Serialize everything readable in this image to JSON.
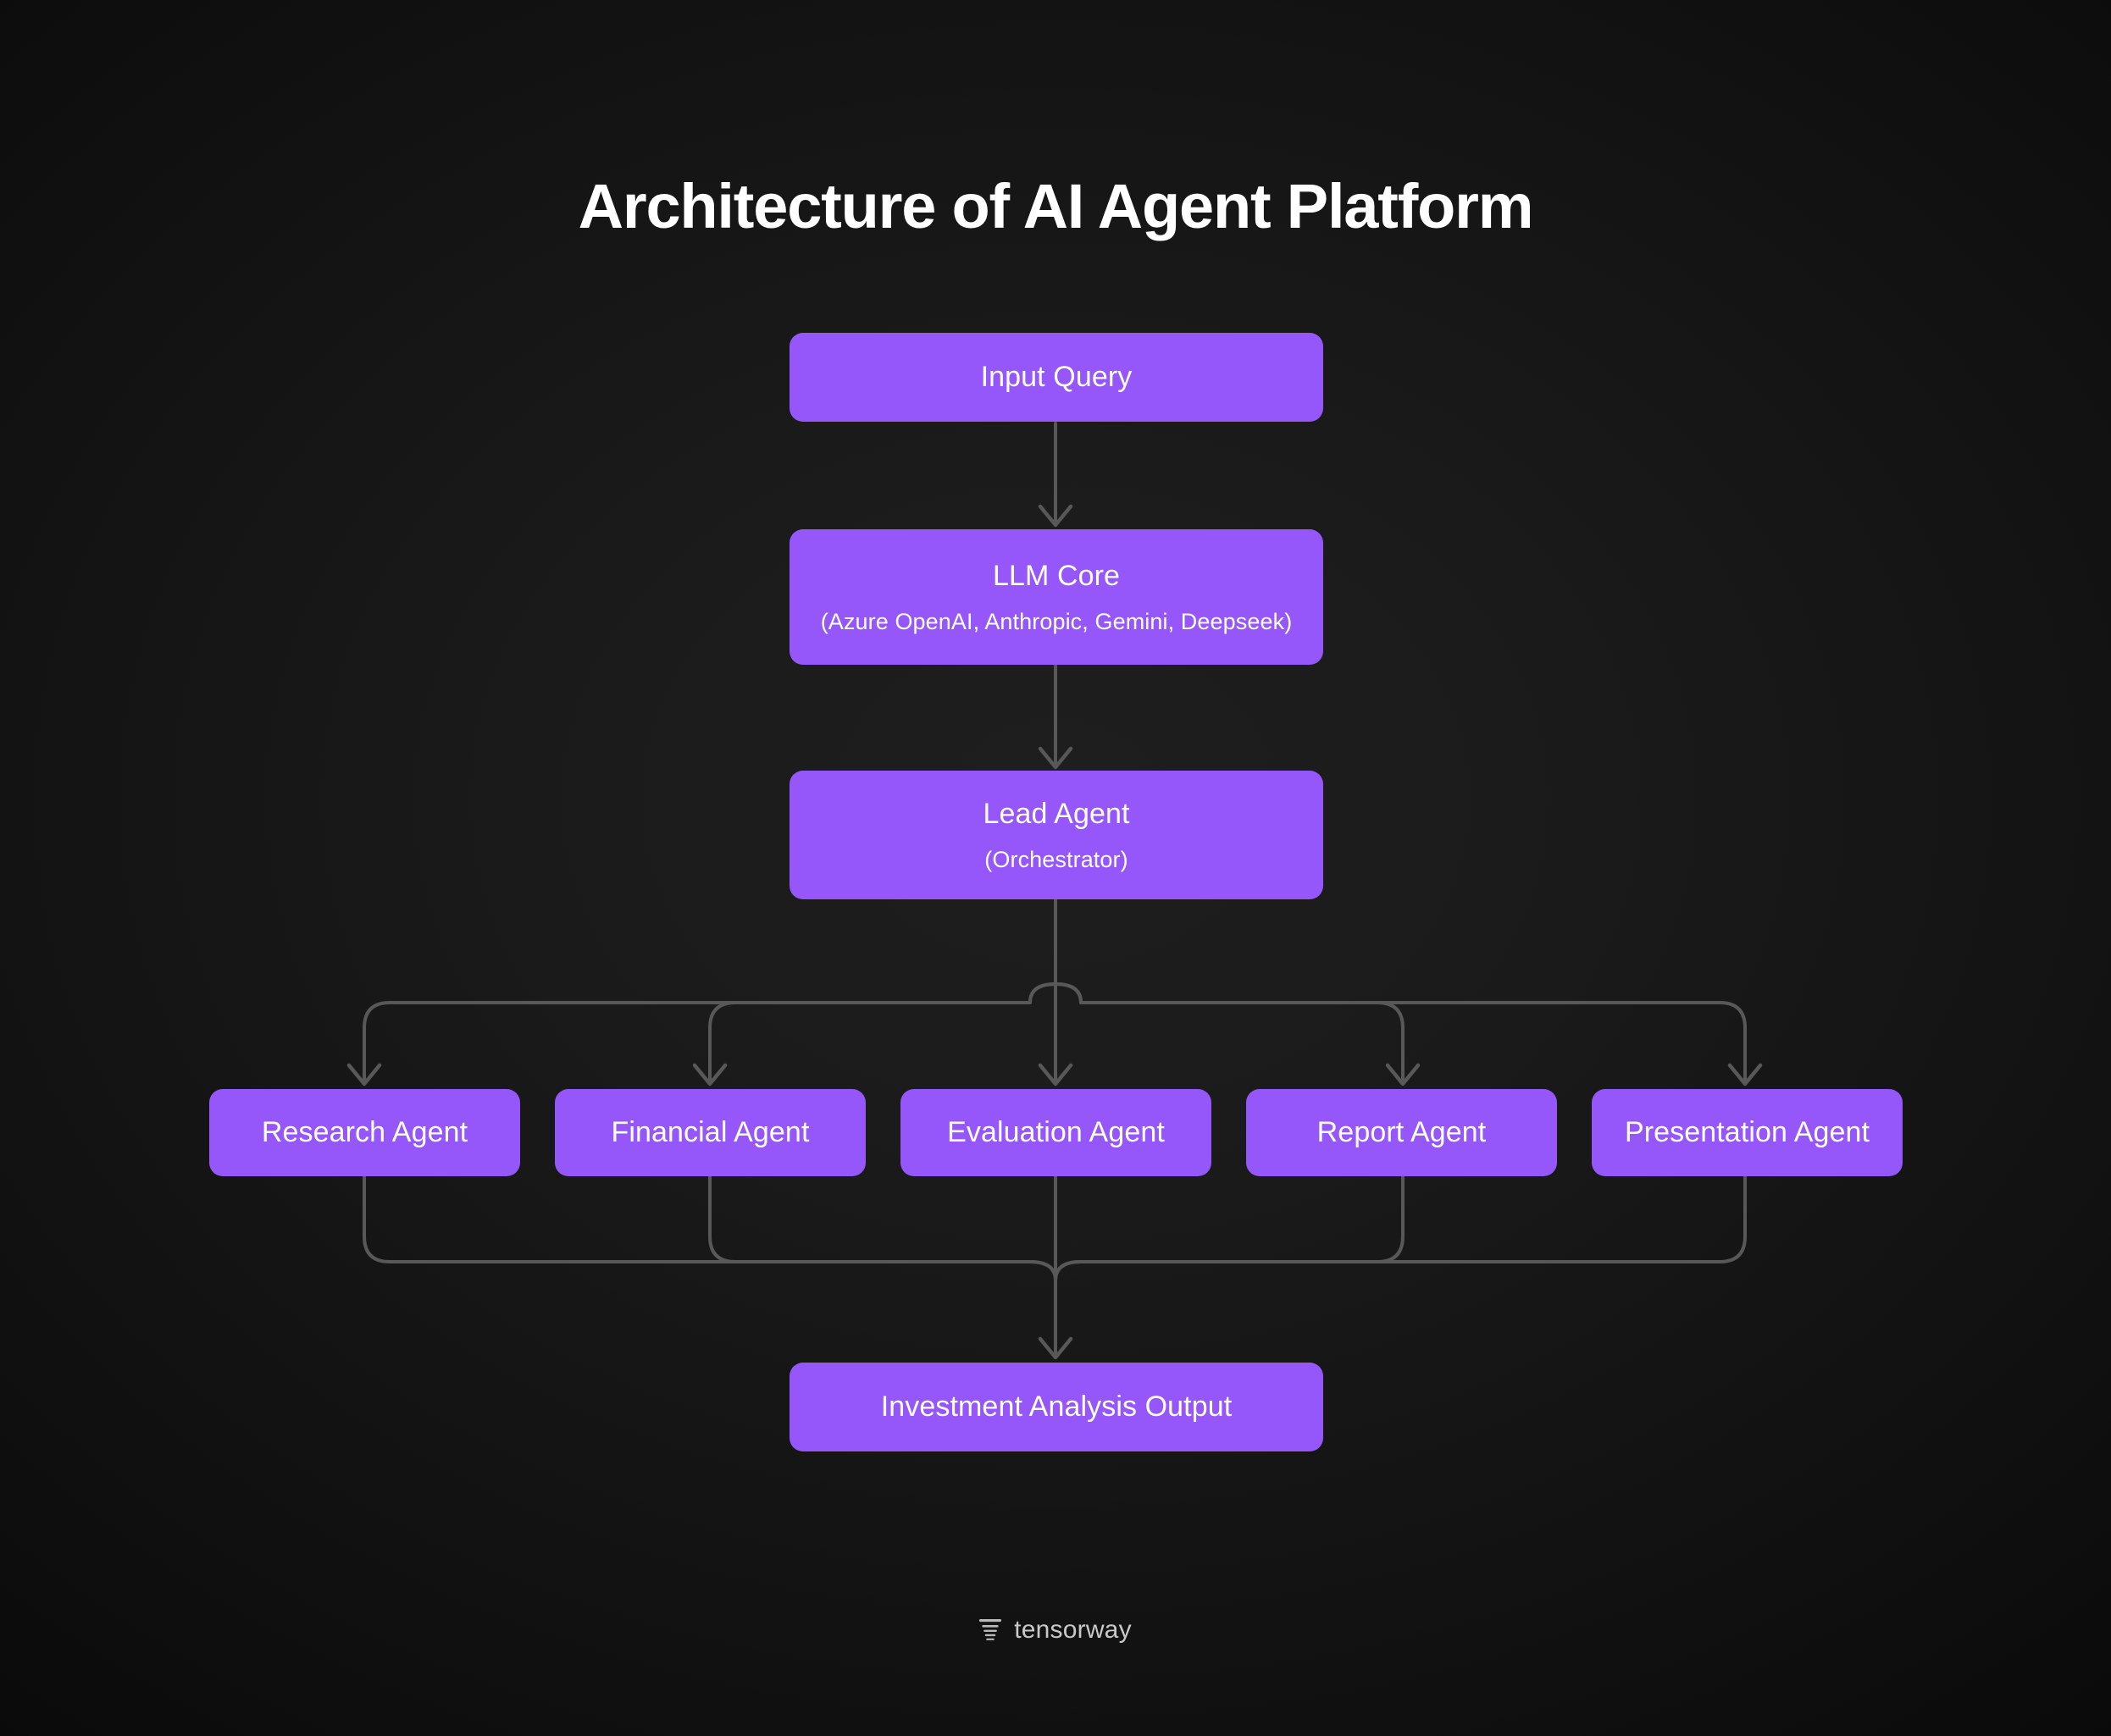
{
  "title": "Architecture of AI Agent Platform",
  "theme": {
    "background_center": "#1e1e1e",
    "background_edge": "#0a0a0a",
    "node_fill": "#9557fa",
    "node_text": "#ffffff",
    "edge_stroke": "#585858",
    "brand_text": "#c9c9c9"
  },
  "nodes": {
    "input": {
      "title": "Input Query",
      "subtitle": ""
    },
    "llm": {
      "title": "LLM Core",
      "subtitle": "(Azure OpenAI, Anthropic, Gemini, Deepseek)"
    },
    "lead": {
      "title": "Lead Agent",
      "subtitle": "(Orchestrator)"
    },
    "agents": [
      {
        "title": "Research Agent"
      },
      {
        "title": "Financial Agent"
      },
      {
        "title": "Evaluation Agent"
      },
      {
        "title": "Report Agent"
      },
      {
        "title": "Presentation Agent"
      }
    ],
    "output": {
      "title": "Investment Analysis Output",
      "subtitle": ""
    }
  },
  "brand": {
    "name": "tensorway",
    "icon": "tensorway-logo-icon"
  },
  "chart_data": {
    "type": "diagram",
    "title": "Architecture of AI Agent Platform",
    "layout": "top-down flowchart",
    "levels": [
      {
        "level": 1,
        "nodes": [
          "Input Query"
        ]
      },
      {
        "level": 2,
        "nodes": [
          "LLM Core (Azure OpenAI, Anthropic, Gemini, Deepseek)"
        ]
      },
      {
        "level": 3,
        "nodes": [
          "Lead Agent (Orchestrator)"
        ]
      },
      {
        "level": 4,
        "nodes": [
          "Research Agent",
          "Financial Agent",
          "Evaluation Agent",
          "Report Agent",
          "Presentation Agent"
        ]
      },
      {
        "level": 5,
        "nodes": [
          "Investment Analysis Output"
        ]
      }
    ],
    "edges": [
      {
        "from": "Input Query",
        "to": "LLM Core"
      },
      {
        "from": "LLM Core",
        "to": "Lead Agent"
      },
      {
        "from": "Lead Agent",
        "to": "Research Agent"
      },
      {
        "from": "Lead Agent",
        "to": "Financial Agent"
      },
      {
        "from": "Lead Agent",
        "to": "Evaluation Agent"
      },
      {
        "from": "Lead Agent",
        "to": "Report Agent"
      },
      {
        "from": "Lead Agent",
        "to": "Presentation Agent"
      },
      {
        "from": "Research Agent",
        "to": "Investment Analysis Output"
      },
      {
        "from": "Financial Agent",
        "to": "Investment Analysis Output"
      },
      {
        "from": "Evaluation Agent",
        "to": "Investment Analysis Output"
      },
      {
        "from": "Report Agent",
        "to": "Investment Analysis Output"
      },
      {
        "from": "Presentation Agent",
        "to": "Investment Analysis Output"
      }
    ]
  }
}
